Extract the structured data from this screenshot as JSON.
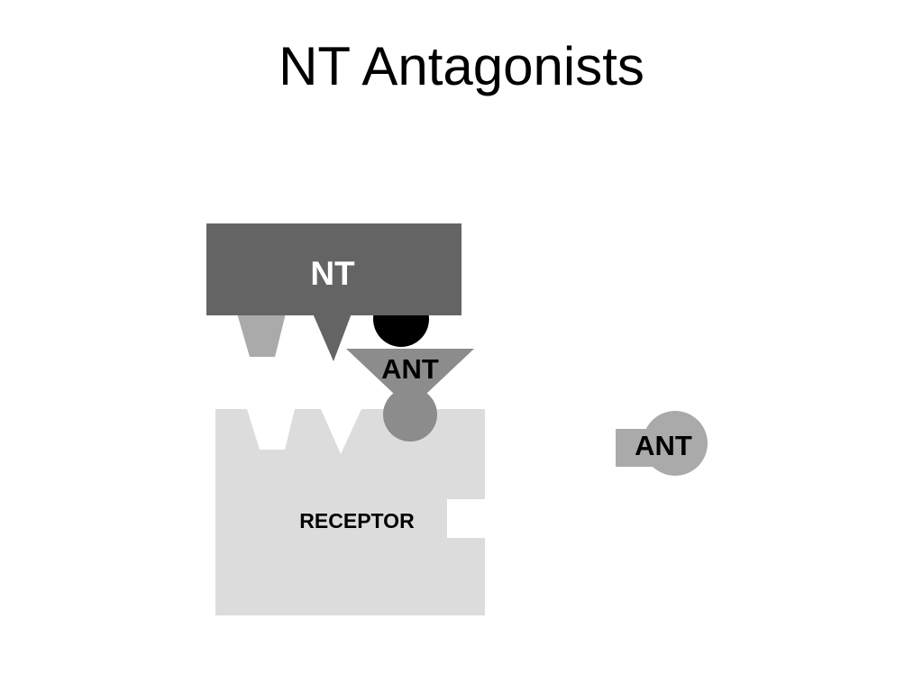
{
  "slide": {
    "title": "NT Antagonists"
  },
  "diagram": {
    "nt_label": "NT",
    "antagonist_label": "ANT",
    "receptor_label": "RECEPTOR",
    "free_antagonist_label": "ANT"
  },
  "colors": {
    "nt": "#646464",
    "nt_tab": "#aaaaaa",
    "nt_knob": "#000000",
    "antagonist": "#8c8c8c",
    "free_antagonist": "#aaaaaa",
    "receptor": "#dcdcdc",
    "background": "#ffffff"
  }
}
